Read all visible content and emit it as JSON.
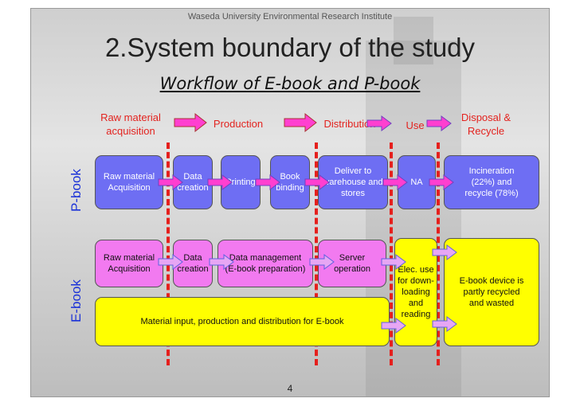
{
  "header": "Waseda University Environmental Research Institute",
  "title": "2.System boundary of the study",
  "subtitle": "Workflow of E-book and P-book",
  "stages": {
    "raw_material": "Raw material\nacquisition",
    "production": "Production",
    "distribution": "Distribution",
    "use": "Use",
    "disposal": "Disposal &\nRecycle"
  },
  "row_labels": {
    "pbook": "P-book",
    "ebook": "E-book"
  },
  "pbook": {
    "raw": "Raw material\nAcquisition",
    "data": "Data\ncreation",
    "printing": "Printing",
    "binding": "Book\nbinding",
    "deliver": "Deliver to\nwarehouse and\nstores",
    "na": "NA",
    "incineration": "Incineration\n(22%) and\nrecycle (78%)"
  },
  "ebook": {
    "raw": "Raw material\nAcquisition",
    "data": "Data\ncreation",
    "mgmt": "Data management\n(E-book preparation)",
    "server": "Server\noperation",
    "elec": "Elec. use\nfor down-\nloading\nand\nreading",
    "device": "E-book device is\npartly recycled\nand wasted",
    "material": "Material input, production and distribution for E-book"
  },
  "page_number": "4",
  "colors": {
    "accent_red": "#e3231f",
    "blue_box": "#6e6ef3",
    "pink_box": "#f27af0",
    "yellow_box": "#ffff00",
    "arrow": "#ff3fd0"
  }
}
